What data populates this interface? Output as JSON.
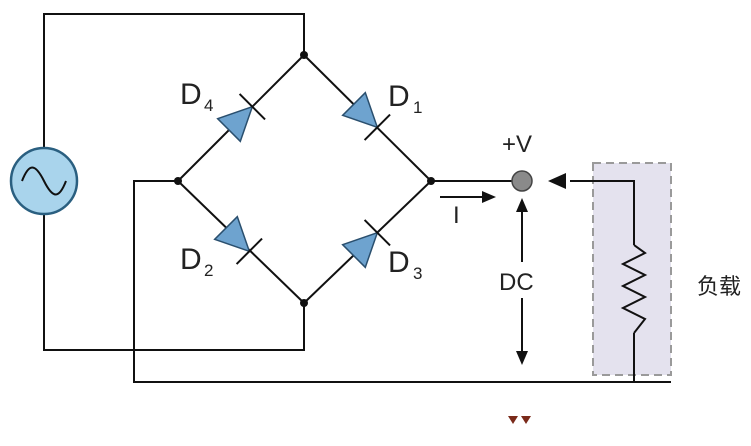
{
  "labels": {
    "d1": "D",
    "d1_sub": "1",
    "d2": "D",
    "d2_sub": "2",
    "d3": "D",
    "d3_sub": "3",
    "d4": "D",
    "d4_sub": "4",
    "plus_v": "+V",
    "current": "I",
    "dc": "DC",
    "load": "负载"
  },
  "colors": {
    "wire": "#111111",
    "diode_fill": "#6ea3cf",
    "diode_stroke": "#2a4f6e",
    "source_fill": "#a9d4ec",
    "source_stroke": "#2a5f80",
    "load_box_fill": "#e4e2ee",
    "load_box_stroke": "#9a9a9a",
    "terminal_fill": "#8a8a8a",
    "dc_text": "#3c2f5c"
  }
}
